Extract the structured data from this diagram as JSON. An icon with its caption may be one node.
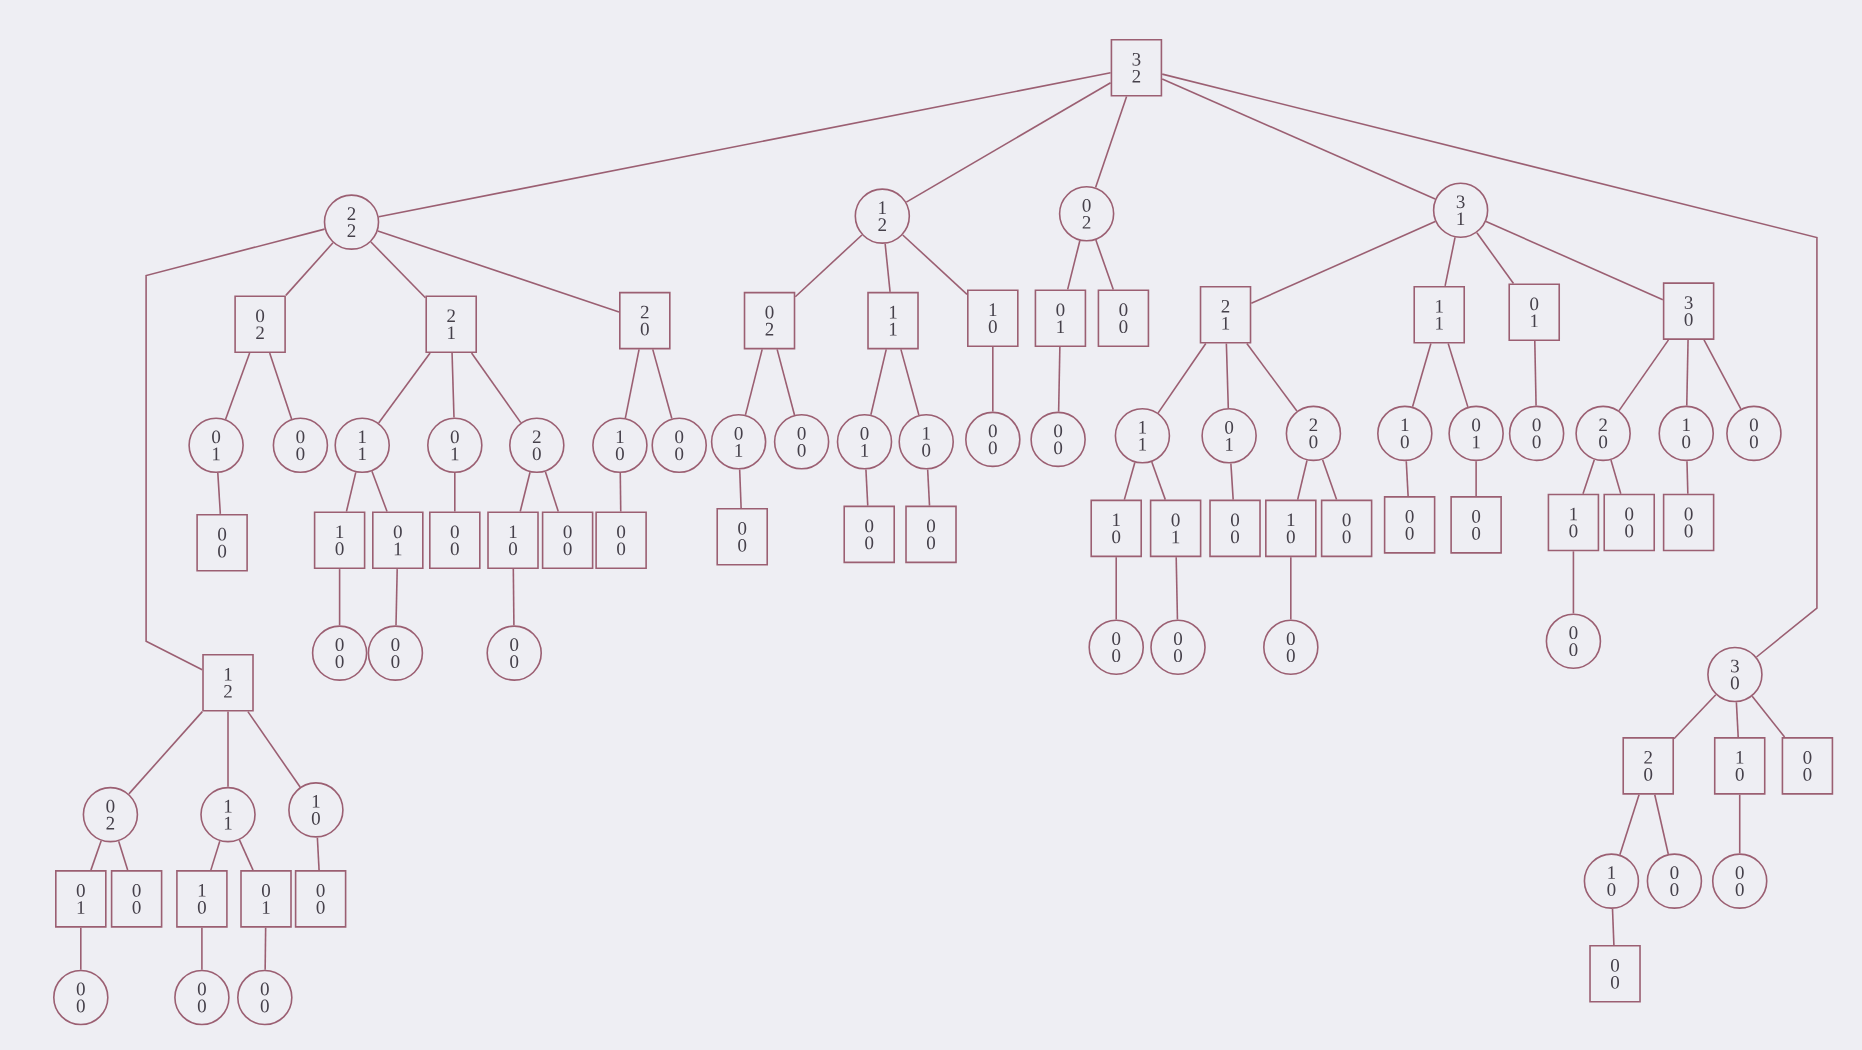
{
  "diagram": {
    "nodes": [
      {
        "text": [
          "3",
          "2"
        ]
      },
      {
        "text": [
          "2",
          "2"
        ]
      },
      {
        "text": [
          "0",
          "2"
        ]
      },
      {
        "text": [
          "0",
          "1"
        ]
      },
      {
        "text": [
          "0",
          "0"
        ]
      },
      {
        "text": [
          "0",
          "0"
        ]
      },
      {
        "text": [
          "2",
          "1"
        ]
      },
      {
        "text": [
          "1",
          "1"
        ]
      },
      {
        "text": [
          "1",
          "0"
        ]
      },
      {
        "text": [
          "0",
          "0"
        ]
      },
      {
        "text": [
          "0",
          "1"
        ]
      },
      {
        "text": [
          "0",
          "0"
        ]
      },
      {
        "text": [
          "0",
          "1"
        ]
      },
      {
        "text": [
          "0",
          "0"
        ]
      },
      {
        "text": [
          "2",
          "0"
        ]
      },
      {
        "text": [
          "1",
          "0"
        ]
      },
      {
        "text": [
          "0",
          "0"
        ]
      },
      {
        "text": [
          "0",
          "0"
        ]
      },
      {
        "text": [
          "2",
          "0"
        ]
      },
      {
        "text": [
          "1",
          "0"
        ]
      },
      {
        "text": [
          "0",
          "0"
        ]
      },
      {
        "text": [
          "0",
          "0"
        ]
      },
      {
        "text": [
          "1",
          "2"
        ]
      },
      {
        "text": [
          "0",
          "2"
        ]
      },
      {
        "text": [
          "0",
          "1"
        ]
      },
      {
        "text": [
          "0",
          "0"
        ]
      },
      {
        "text": [
          "0",
          "0"
        ]
      },
      {
        "text": [
          "1",
          "1"
        ]
      },
      {
        "text": [
          "1",
          "0"
        ]
      },
      {
        "text": [
          "0",
          "0"
        ]
      },
      {
        "text": [
          "0",
          "1"
        ]
      },
      {
        "text": [
          "0",
          "0"
        ]
      },
      {
        "text": [
          "1",
          "0"
        ]
      },
      {
        "text": [
          "0",
          "0"
        ]
      },
      {
        "text": [
          "1",
          "2"
        ]
      },
      {
        "text": [
          "0",
          "2"
        ]
      },
      {
        "text": [
          "0",
          "1"
        ]
      },
      {
        "text": [
          "0",
          "0"
        ]
      },
      {
        "text": [
          "0",
          "0"
        ]
      },
      {
        "text": [
          "1",
          "1"
        ]
      },
      {
        "text": [
          "0",
          "1"
        ]
      },
      {
        "text": [
          "0",
          "0"
        ]
      },
      {
        "text": [
          "1",
          "0"
        ]
      },
      {
        "text": [
          "0",
          "0"
        ]
      },
      {
        "text": [
          "1",
          "0"
        ]
      },
      {
        "text": [
          "0",
          "0"
        ]
      },
      {
        "text": [
          "0",
          "2"
        ]
      },
      {
        "text": [
          "0",
          "1"
        ]
      },
      {
        "text": [
          "0",
          "0"
        ]
      },
      {
        "text": [
          "0",
          "0"
        ]
      },
      {
        "text": [
          "3",
          "1"
        ]
      },
      {
        "text": [
          "2",
          "1"
        ]
      },
      {
        "text": [
          "1",
          "1"
        ]
      },
      {
        "text": [
          "1",
          "0"
        ]
      },
      {
        "text": [
          "0",
          "0"
        ]
      },
      {
        "text": [
          "0",
          "1"
        ]
      },
      {
        "text": [
          "0",
          "0"
        ]
      },
      {
        "text": [
          "0",
          "1"
        ]
      },
      {
        "text": [
          "0",
          "0"
        ]
      },
      {
        "text": [
          "2",
          "0"
        ]
      },
      {
        "text": [
          "1",
          "0"
        ]
      },
      {
        "text": [
          "0",
          "0"
        ]
      },
      {
        "text": [
          "0",
          "0"
        ]
      },
      {
        "text": [
          "1",
          "1"
        ]
      },
      {
        "text": [
          "1",
          "0"
        ]
      },
      {
        "text": [
          "0",
          "0"
        ]
      },
      {
        "text": [
          "0",
          "1"
        ]
      },
      {
        "text": [
          "0",
          "0"
        ]
      },
      {
        "text": [
          "0",
          "1"
        ]
      },
      {
        "text": [
          "0",
          "0"
        ]
      },
      {
        "text": [
          "3",
          "0"
        ]
      },
      {
        "text": [
          "2",
          "0"
        ]
      },
      {
        "text": [
          "1",
          "0"
        ]
      },
      {
        "text": [
          "0",
          "0"
        ]
      },
      {
        "text": [
          "0",
          "0"
        ]
      },
      {
        "text": [
          "1",
          "0"
        ]
      },
      {
        "text": [
          "0",
          "0"
        ]
      },
      {
        "text": [
          "0",
          "0"
        ]
      },
      {
        "text": [
          "3",
          "0"
        ]
      },
      {
        "text": [
          "2",
          "0"
        ]
      },
      {
        "text": [
          "1",
          "0"
        ]
      },
      {
        "text": [
          "0",
          "0"
        ]
      },
      {
        "text": [
          "0",
          "0"
        ]
      },
      {
        "text": [
          "1",
          "0"
        ]
      },
      {
        "text": [
          "0",
          "0"
        ]
      },
      {
        "text": [
          "0",
          "0"
        ]
      }
    ],
    "edges": [
      {
        "from": 0,
        "to": 1,
        "arrow": "none"
      },
      {
        "from": 1,
        "to": 2,
        "arrow": "none"
      },
      {
        "from": 2,
        "to": 3,
        "arrow": "none"
      },
      {
        "from": 3,
        "to": 4,
        "arrow": "none"
      },
      {
        "from": 2,
        "to": 5,
        "arrow": "none"
      },
      {
        "from": 1,
        "to": 6,
        "arrow": "none"
      },
      {
        "from": 6,
        "to": 7,
        "arrow": "none"
      },
      {
        "from": 7,
        "to": 8,
        "arrow": "none"
      },
      {
        "from": 8,
        "to": 9,
        "arrow": "none"
      },
      {
        "from": 7,
        "to": 10,
        "arrow": "none"
      },
      {
        "from": 10,
        "to": 11,
        "arrow": "none"
      },
      {
        "from": 6,
        "to": 12,
        "arrow": "none"
      },
      {
        "from": 12,
        "to": 13,
        "arrow": "none"
      },
      {
        "from": 6,
        "to": 14,
        "arrow": "none"
      },
      {
        "from": 14,
        "to": 15,
        "arrow": "none"
      },
      {
        "from": 15,
        "to": 16,
        "arrow": "none"
      },
      {
        "from": 14,
        "to": 17,
        "arrow": "none"
      },
      {
        "from": 1,
        "to": 18,
        "arrow": "none"
      },
      {
        "from": 18,
        "to": 19,
        "arrow": "none"
      },
      {
        "from": 19,
        "to": 20,
        "arrow": "none"
      },
      {
        "from": 18,
        "to": 21,
        "arrow": "none"
      },
      {
        "from": 1,
        "to": 22,
        "arrow": "none"
      },
      {
        "from": 22,
        "to": 23,
        "arrow": "none"
      },
      {
        "from": 23,
        "to": 24,
        "arrow": "none"
      },
      {
        "from": 24,
        "to": 25,
        "arrow": "none"
      },
      {
        "from": 23,
        "to": 26,
        "arrow": "none"
      },
      {
        "from": 22,
        "to": 27,
        "arrow": "none"
      },
      {
        "from": 27,
        "to": 28,
        "arrow": "none"
      },
      {
        "from": 28,
        "to": 29,
        "arrow": "none"
      },
      {
        "from": 27,
        "to": 30,
        "arrow": "none"
      },
      {
        "from": 30,
        "to": 31,
        "arrow": "none"
      },
      {
        "from": 22,
        "to": 32,
        "arrow": "none"
      },
      {
        "from": 32,
        "to": 33,
        "arrow": "none"
      },
      {
        "from": 0,
        "to": 34,
        "arrow": "none"
      },
      {
        "from": 34,
        "to": 35,
        "arrow": "none"
      },
      {
        "from": 35,
        "to": 36,
        "arrow": "none"
      },
      {
        "from": 36,
        "to": 37,
        "arrow": "none"
      },
      {
        "from": 35,
        "to": 38,
        "arrow": "none"
      },
      {
        "from": 34,
        "to": 39,
        "arrow": "none"
      },
      {
        "from": 39,
        "to": 40,
        "arrow": "none"
      },
      {
        "from": 40,
        "to": 41,
        "arrow": "none"
      },
      {
        "from": 39,
        "to": 42,
        "arrow": "none"
      },
      {
        "from": 42,
        "to": 43,
        "arrow": "none"
      },
      {
        "from": 34,
        "to": 44,
        "arrow": "none"
      },
      {
        "from": 44,
        "to": 45,
        "arrow": "none"
      },
      {
        "from": 0,
        "to": 46,
        "arrow": "none"
      },
      {
        "from": 46,
        "to": 47,
        "arrow": "none"
      },
      {
        "from": 47,
        "to": 48,
        "arrow": "none"
      },
      {
        "from": 46,
        "to": 49,
        "arrow": "none"
      },
      {
        "from": 0,
        "to": 50,
        "arrow": "none"
      },
      {
        "from": 50,
        "to": 51,
        "arrow": "none"
      },
      {
        "from": 51,
        "to": 52,
        "arrow": "none"
      },
      {
        "from": 52,
        "to": 53,
        "arrow": "none"
      },
      {
        "from": 53,
        "to": 54,
        "arrow": "none"
      },
      {
        "from": 52,
        "to": 55,
        "arrow": "none"
      },
      {
        "from": 55,
        "to": 56,
        "arrow": "none"
      },
      {
        "from": 51,
        "to": 57,
        "arrow": "none"
      },
      {
        "from": 57,
        "to": 58,
        "arrow": "none"
      },
      {
        "from": 51,
        "to": 59,
        "arrow": "none"
      },
      {
        "from": 59,
        "to": 60,
        "arrow": "none"
      },
      {
        "from": 60,
        "to": 61,
        "arrow": "none"
      },
      {
        "from": 59,
        "to": 62,
        "arrow": "none"
      },
      {
        "from": 50,
        "to": 63,
        "arrow": "none"
      },
      {
        "from": 63,
        "to": 64,
        "arrow": "none"
      },
      {
        "from": 64,
        "to": 65,
        "arrow": "none"
      },
      {
        "from": 63,
        "to": 66,
        "arrow": "none"
      },
      {
        "from": 66,
        "to": 67,
        "arrow": "none"
      },
      {
        "from": 50,
        "to": 68,
        "arrow": "none"
      },
      {
        "from": 68,
        "to": 69,
        "arrow": "none"
      },
      {
        "from": 50,
        "to": 70,
        "arrow": "none"
      },
      {
        "from": 70,
        "to": 71,
        "arrow": "none"
      },
      {
        "from": 71,
        "to": 72,
        "arrow": "none"
      },
      {
        "from": 72,
        "to": 73,
        "arrow": "none"
      },
      {
        "from": 71,
        "to": 74,
        "arrow": "none"
      },
      {
        "from": 70,
        "to": 75,
        "arrow": "none"
      },
      {
        "from": 75,
        "to": 76,
        "arrow": "none"
      },
      {
        "from": 70,
        "to": 77,
        "arrow": "none"
      },
      {
        "from": 0,
        "to": 78,
        "arrow": "none"
      },
      {
        "from": 78,
        "to": 79,
        "arrow": "none"
      },
      {
        "from": 79,
        "to": 80,
        "arrow": "none"
      },
      {
        "from": 80,
        "to": 81,
        "arrow": "none"
      },
      {
        "from": 79,
        "to": 82,
        "arrow": "none"
      },
      {
        "from": 78,
        "to": 83,
        "arrow": "none"
      },
      {
        "from": 83,
        "to": 84,
        "arrow": "none"
      },
      {
        "from": 78,
        "to": 85,
        "arrow": "none"
      }
    ]
  }
}
